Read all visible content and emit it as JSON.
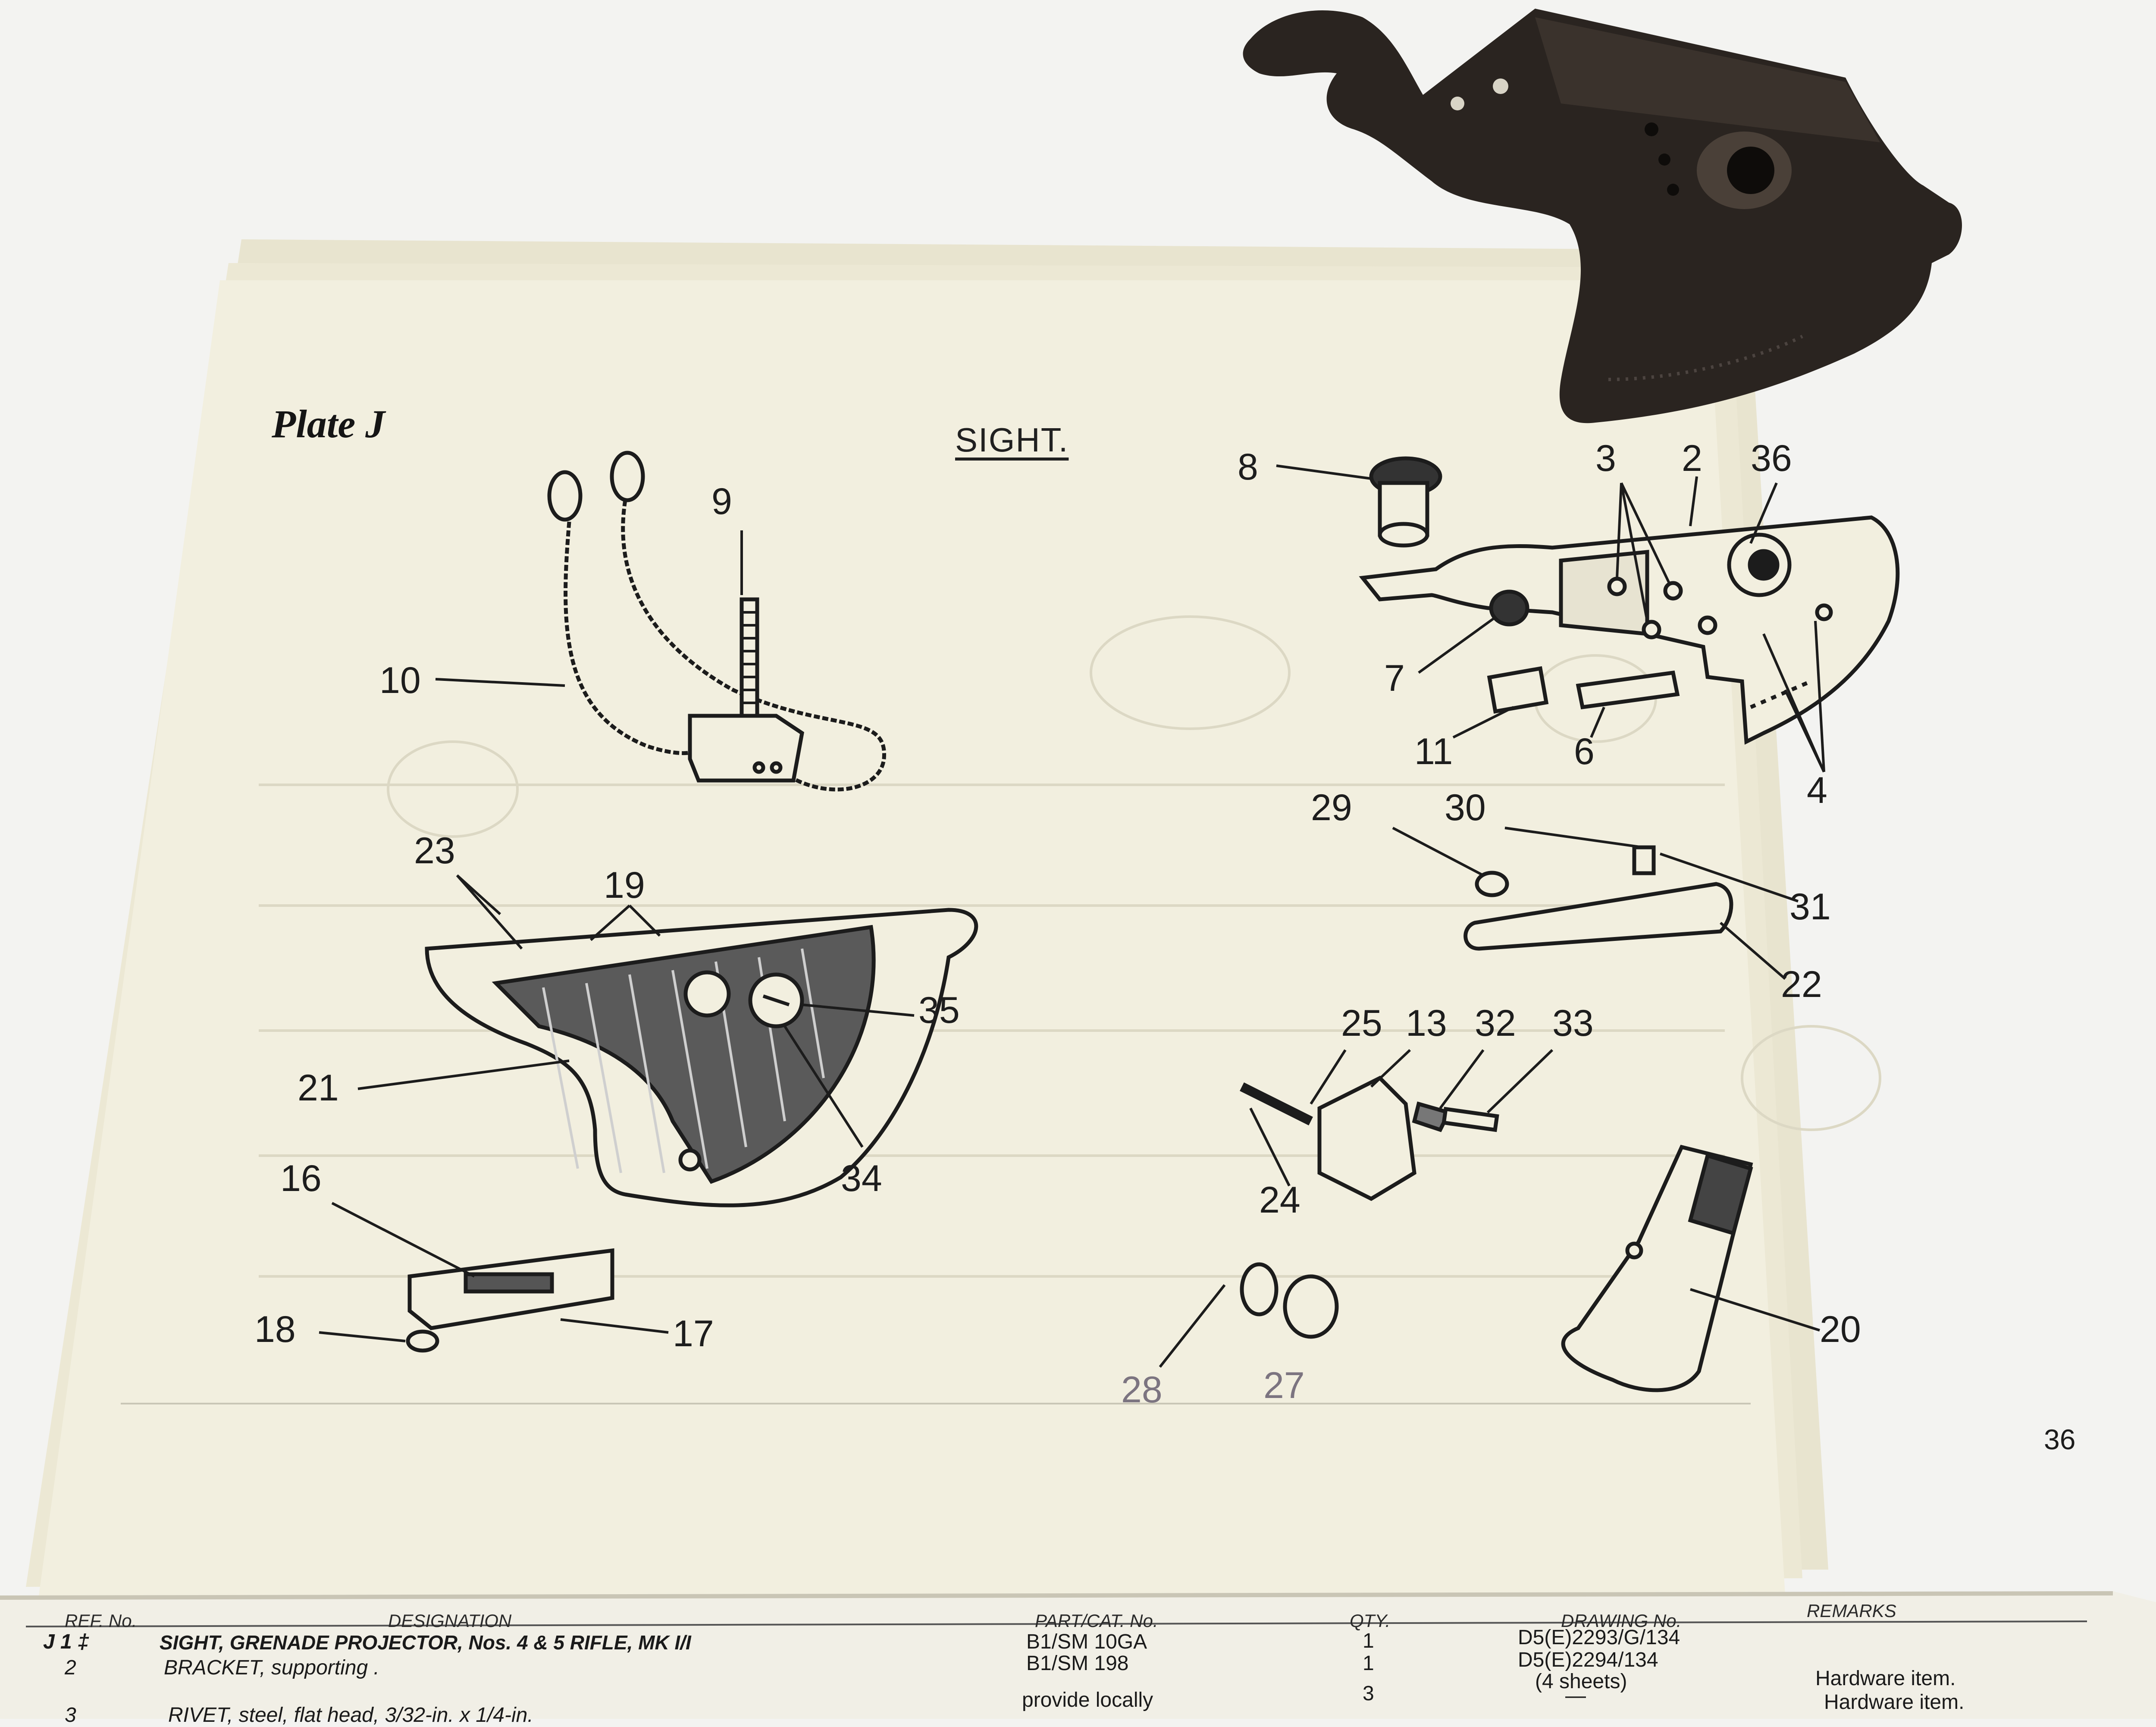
{
  "page": {
    "plate_label": "Plate J",
    "title": "SIGHT.",
    "page_number": "36"
  },
  "callouts": {
    "c2": "2",
    "c3": "3",
    "c4": "4",
    "c6": "6",
    "c7": "7",
    "c8": "8",
    "c9": "9",
    "c10": "10",
    "c11": "11",
    "c13": "13",
    "c16": "16",
    "c17": "17",
    "c18": "18",
    "c19": "19",
    "c20": "20",
    "c21": "21",
    "c22": "22",
    "c23": "23",
    "c24": "24",
    "c25": "25",
    "c27": "27",
    "c28": "28",
    "c29": "29",
    "c30": "30",
    "c31": "31",
    "c32": "32",
    "c33": "33",
    "c34": "34",
    "c35": "35",
    "c36": "36"
  },
  "parts_table": {
    "headers": {
      "ref": "REF. No.",
      "designation": "DESIGNATION",
      "partcat": "PART/CAT. No.",
      "qty": "QTY.",
      "drawing": "DRAWING No.",
      "remarks": "REMARKS"
    },
    "rows": [
      {
        "ref": "J 1 ‡",
        "designation": "SIGHT, GRENADE PROJECTOR, Nos. 4 & 5 RIFLE, MK I/I",
        "partcat": "B1/SM 10GA",
        "qty": "1",
        "drawing": "D5(E)2293/G/134",
        "remarks": ""
      },
      {
        "ref": "2",
        "designation": "BRACKET, supporting .",
        "partcat": "B1/SM 198",
        "qty": "1",
        "drawing": "D5(E)2294/134",
        "remarks": ""
      },
      {
        "ref": "",
        "designation": "",
        "partcat": "",
        "qty": "",
        "drawing": "(4 sheets)",
        "remarks": "Hardware item."
      },
      {
        "ref": "3",
        "designation": "RIVET, steel, flat head, 3/32-in. x 1/4-in.",
        "partcat": "provide locally",
        "qty": "3",
        "drawing": "—",
        "remarks": "Hardware item."
      }
    ]
  },
  "colors": {
    "background": "#f3f3f1",
    "page": "#f2efdf",
    "ink": "#1c1c1c",
    "metal": "#2a2420"
  }
}
